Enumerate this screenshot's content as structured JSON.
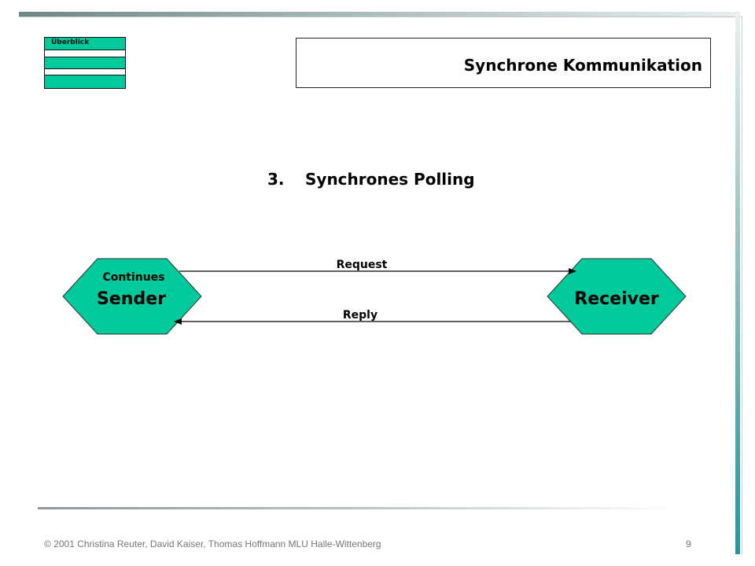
{
  "slide": {
    "overview_label": "Überblick",
    "title": "Synchrone Kommunikation",
    "subtitle_number": "3.",
    "subtitle_text": "Synchrones Polling"
  },
  "diagram": {
    "sender_caption": "Continues",
    "sender_label": "Sender",
    "receiver_label": "Receiver",
    "request_label": "Request",
    "reply_label": "Reply",
    "node_color": "#00c99b"
  },
  "footer": {
    "credits": "© 2001 Christina Reuter, David Kaiser, Thomas Hoffmann MLU Halle-Wittenberg",
    "page_number": "9"
  }
}
